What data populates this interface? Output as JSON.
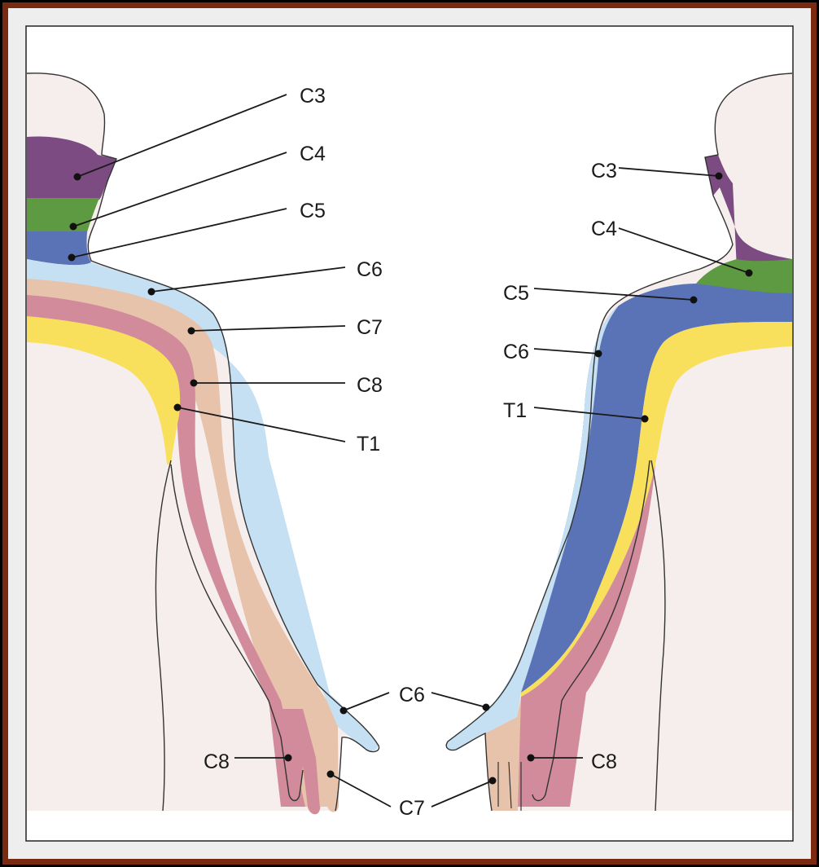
{
  "colors": {
    "skin": "#f6eeec",
    "C3": "#7b4b82",
    "C4": "#5e9a42",
    "C5": "#5a73b7",
    "C6": "#c6e0f3",
    "C7": "#e8c3ab",
    "C8": "#d28b9b",
    "T1": "#f8df5c",
    "outline": "#333333",
    "frame_brown": "#7a2a10"
  },
  "left_view": {
    "labels": {
      "c3": "C3",
      "c4": "C4",
      "c5": "C5",
      "c6": "C6",
      "c7": "C7",
      "c8": "C8",
      "t1": "T1",
      "hand_c6": "C6",
      "hand_c8": "C8",
      "hand_c7": "C7"
    }
  },
  "right_view": {
    "labels": {
      "c3": "C3",
      "c4": "C4",
      "c5": "C5",
      "c6": "C6",
      "t1": "T1",
      "hand_c6": "C6",
      "hand_c8": "C8",
      "hand_c7": "C7"
    }
  }
}
